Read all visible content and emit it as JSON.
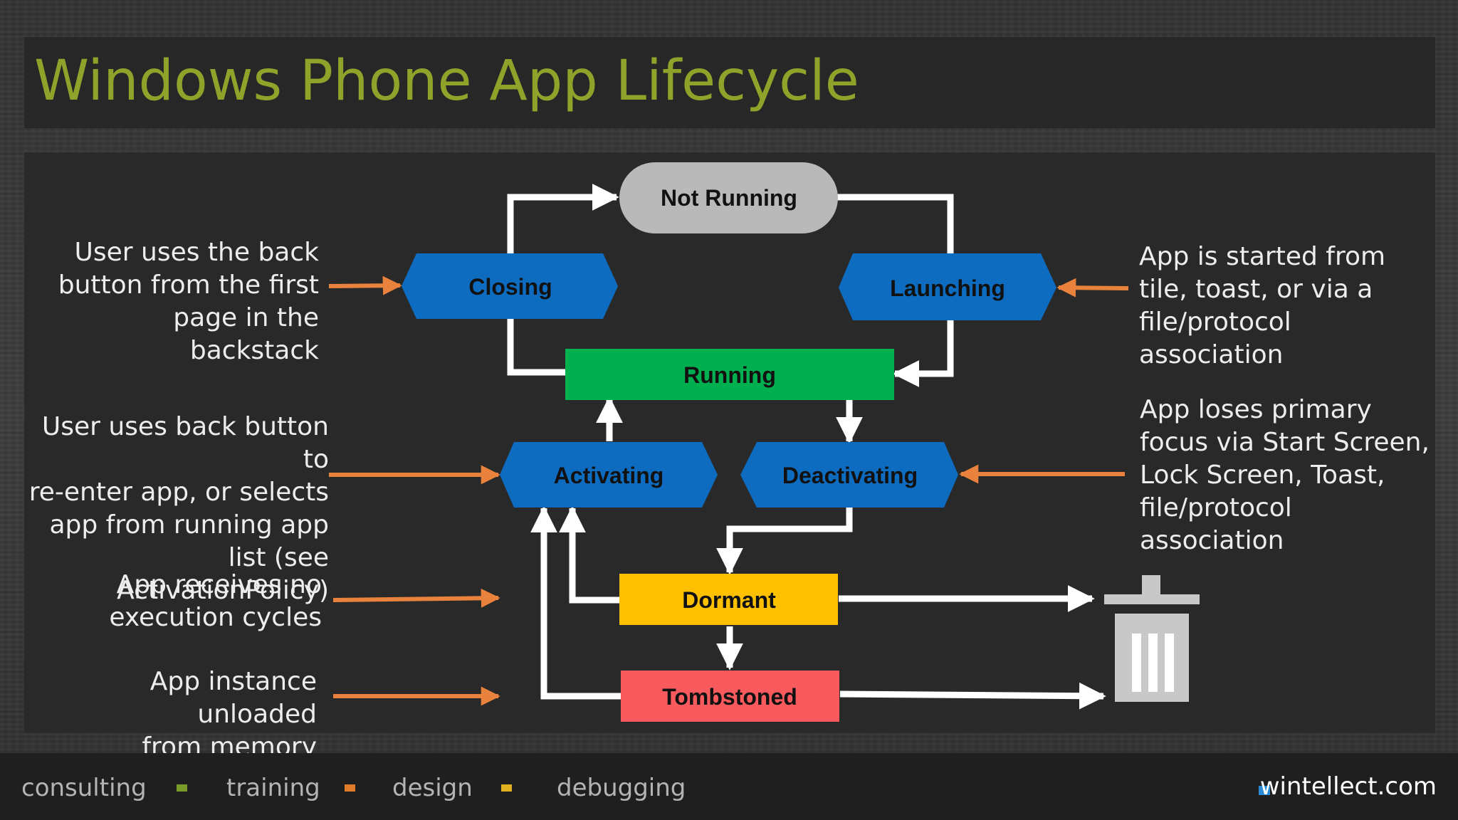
{
  "title": "Windows Phone App Lifecycle",
  "states": {
    "not_running": "Not Running",
    "closing": "Closing",
    "launching": "Launching",
    "running": "Running",
    "activating": "Activating",
    "deactivating": "Deactivating",
    "dormant": "Dormant",
    "tombstoned": "Tombstoned"
  },
  "colors": {
    "title": "#8fa22a",
    "not_running": "#b9b9b9",
    "event_blue": "#0e6cc0",
    "running": "#00b050",
    "dormant": "#ffc000",
    "tombstoned": "#f85a5e",
    "arrow_orange": "#e8823c",
    "arrow_white": "#ffffff",
    "trash": "#c8c8c8"
  },
  "notes": {
    "closing": [
      "User uses the back",
      "button from the first",
      "page in the backstack"
    ],
    "launching": [
      "App is started from",
      "tile, toast, or via a",
      "file/protocol",
      "association"
    ],
    "activating": [
      "User uses back button to",
      "re-enter app, or selects",
      "app from running app",
      "list (see ActivationPolicy)"
    ],
    "deactivating": [
      "App loses primary",
      "focus via Start Screen,",
      "Lock Screen, Toast,",
      "file/protocol",
      "association"
    ],
    "dormant": [
      "App receives no",
      "execution cycles"
    ],
    "tombstoned": [
      "App instance unloaded",
      "from memory"
    ]
  },
  "icons": {
    "trash": "trash-icon"
  },
  "footer": {
    "items": [
      "consulting",
      "training",
      "design",
      "debugging"
    ],
    "dot_colors": [
      "#7a9a2a",
      "#e07b2a",
      "#e0b020"
    ],
    "site": "wintellect.com",
    "site_dot_color": "#2a8bd6"
  }
}
